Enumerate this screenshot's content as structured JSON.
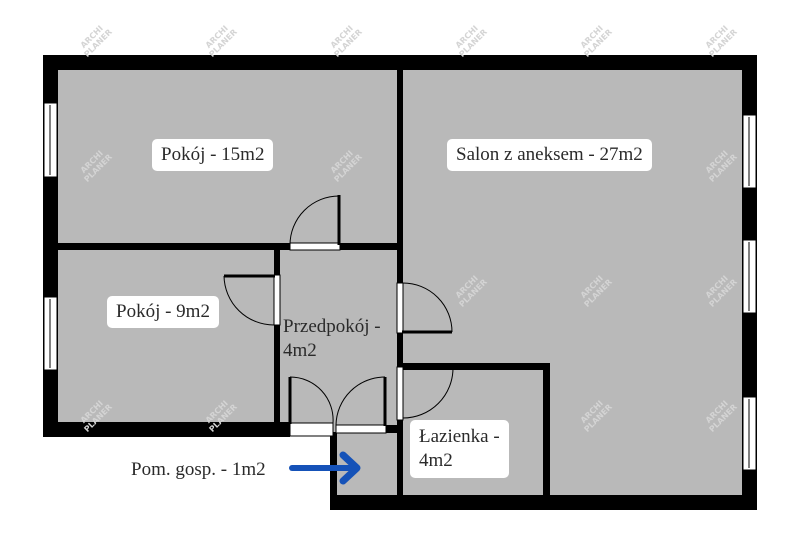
{
  "title": "Floor plan",
  "watermark": "ARCHI PLANER",
  "watermark_lines": [
    "ARCHI",
    "PLANER"
  ],
  "rooms": [
    {
      "name": "Pokój",
      "area": "15m2",
      "label": "Pokój - 15m2"
    },
    {
      "name": "Salon z aneksem",
      "area": "27m2",
      "label": "Salon z aneksem - 27m2"
    },
    {
      "name": "Pokój",
      "area": "9m2",
      "label": "Pokój - 9m2"
    },
    {
      "name": "Przedpokój",
      "area": "4m2",
      "label_line1": "Przedpokój -",
      "label_line2": "4m2"
    },
    {
      "name": "Łazienka",
      "area": "4m2",
      "label_line1": "Łazienka -",
      "label_line2": "4m2"
    },
    {
      "name": "Pom. gosp.",
      "area": "1m2",
      "label": "Pom. gosp. - 1m2"
    }
  ],
  "colors": {
    "floor": "#b9b9b9",
    "wall": "#000000",
    "arrow": "#1552b8",
    "label_bg": "#ffffff"
  }
}
